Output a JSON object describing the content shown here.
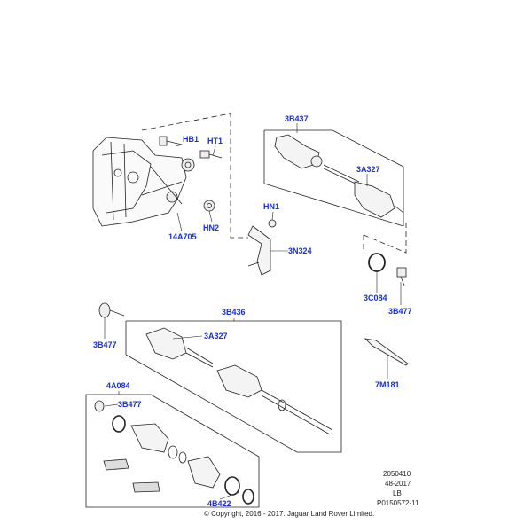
{
  "callouts": {
    "hb1": "HB1",
    "ht1": "HT1",
    "p14a705": "14A705",
    "hn2": "HN2",
    "b3b437_top": "3B437",
    "a3a327_top": "3A327",
    "hn1": "HN1",
    "n3n324": "3N324",
    "c3c084": "3C084",
    "b3b477_right": "3B477",
    "b3b436": "3B436",
    "a3a327_mid": "3A327",
    "b3b477_left": "3B477",
    "m7m181": "7M181",
    "a4a084": "4A084",
    "b3b477_low": "3B477",
    "b4b422": "4B422"
  },
  "info": {
    "line1": "2050410",
    "line2": "48-2017",
    "line3": "LB",
    "line4": "P0150572-11"
  },
  "copyright": "© Copyright, 2016 - 2017. Jaguar Land Rover Limited.",
  "colors": {
    "callout": "#1a2fd6",
    "line": "#222222"
  }
}
